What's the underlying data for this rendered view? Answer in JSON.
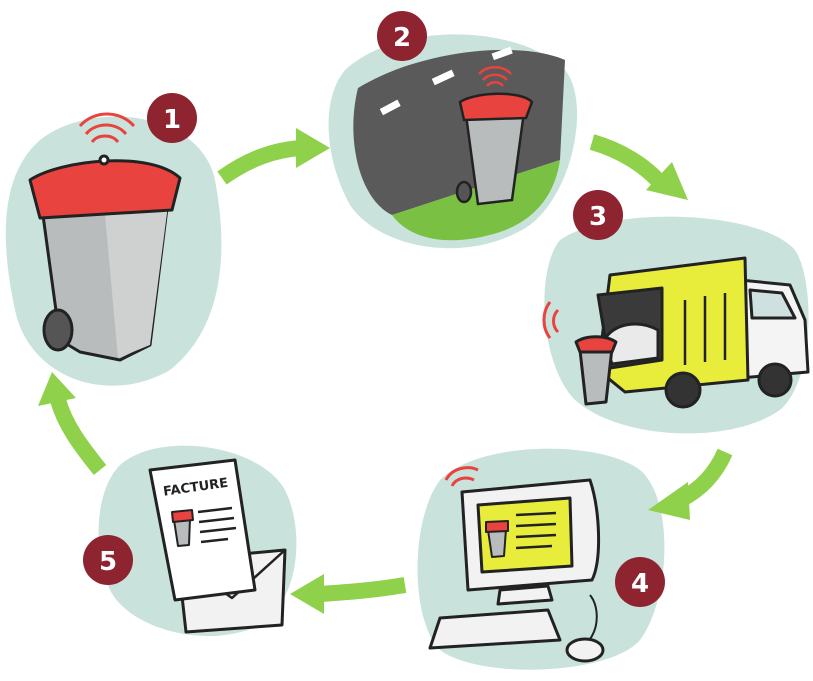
{
  "steps": [
    {
      "number": "1",
      "label": "bin with transmitter tag"
    },
    {
      "number": "2",
      "label": "bin placed at the roadside"
    },
    {
      "number": "3",
      "label": "collection truck reads the tag"
    },
    {
      "number": "4",
      "label": "data recorded on computer"
    },
    {
      "number": "5",
      "label": "invoice sent"
    }
  ],
  "invoice_title": "FACTURE",
  "colors": {
    "bubble": "#c9e3dc",
    "badge": "#8e2430",
    "arrow": "#8fd14a",
    "lid": "#e8433f",
    "road": "#5a5a5a",
    "grass": "#79c043",
    "truck": "#e8ec3a"
  }
}
